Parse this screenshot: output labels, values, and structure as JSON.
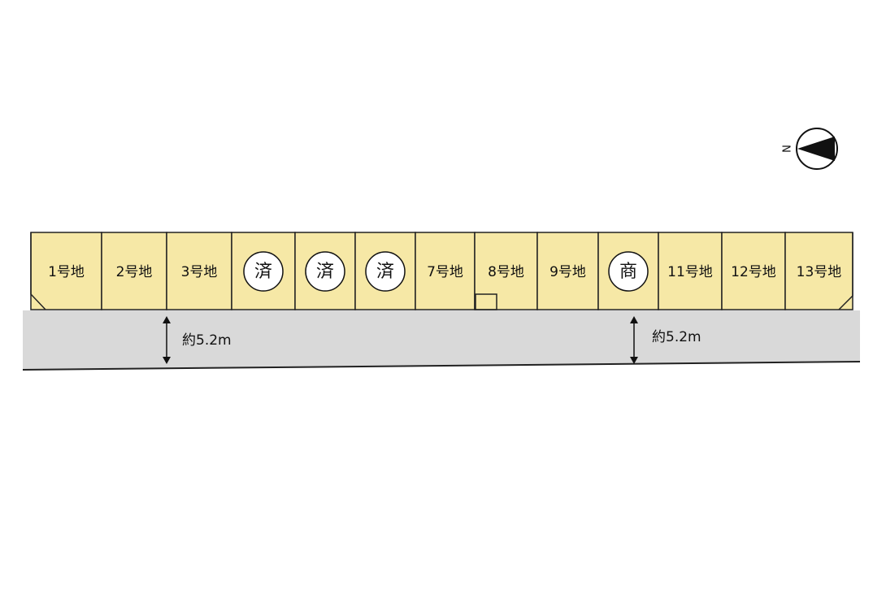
{
  "compass": {
    "label": "N",
    "icon": "north-arrow-icon"
  },
  "colors": {
    "lot_fill": "#f6e8a6",
    "road_fill": "#d9d9d9",
    "outline": "#222222"
  },
  "lots": [
    {
      "label": "1号地",
      "circled": false
    },
    {
      "label": "2号地",
      "circled": false
    },
    {
      "label": "3号地",
      "circled": false
    },
    {
      "label": "済",
      "circled": true
    },
    {
      "label": "済",
      "circled": true
    },
    {
      "label": "済",
      "circled": true
    },
    {
      "label": "7号地",
      "circled": false
    },
    {
      "label": "8号地",
      "circled": false
    },
    {
      "label": "9号地",
      "circled": false
    },
    {
      "label": "商",
      "circled": true
    },
    {
      "label": "11号地",
      "circled": false
    },
    {
      "label": "12号地",
      "circled": false
    },
    {
      "label": "13号地",
      "circled": false
    }
  ],
  "road": {
    "width_labels": [
      "約5.2m",
      "約5.2m"
    ]
  }
}
